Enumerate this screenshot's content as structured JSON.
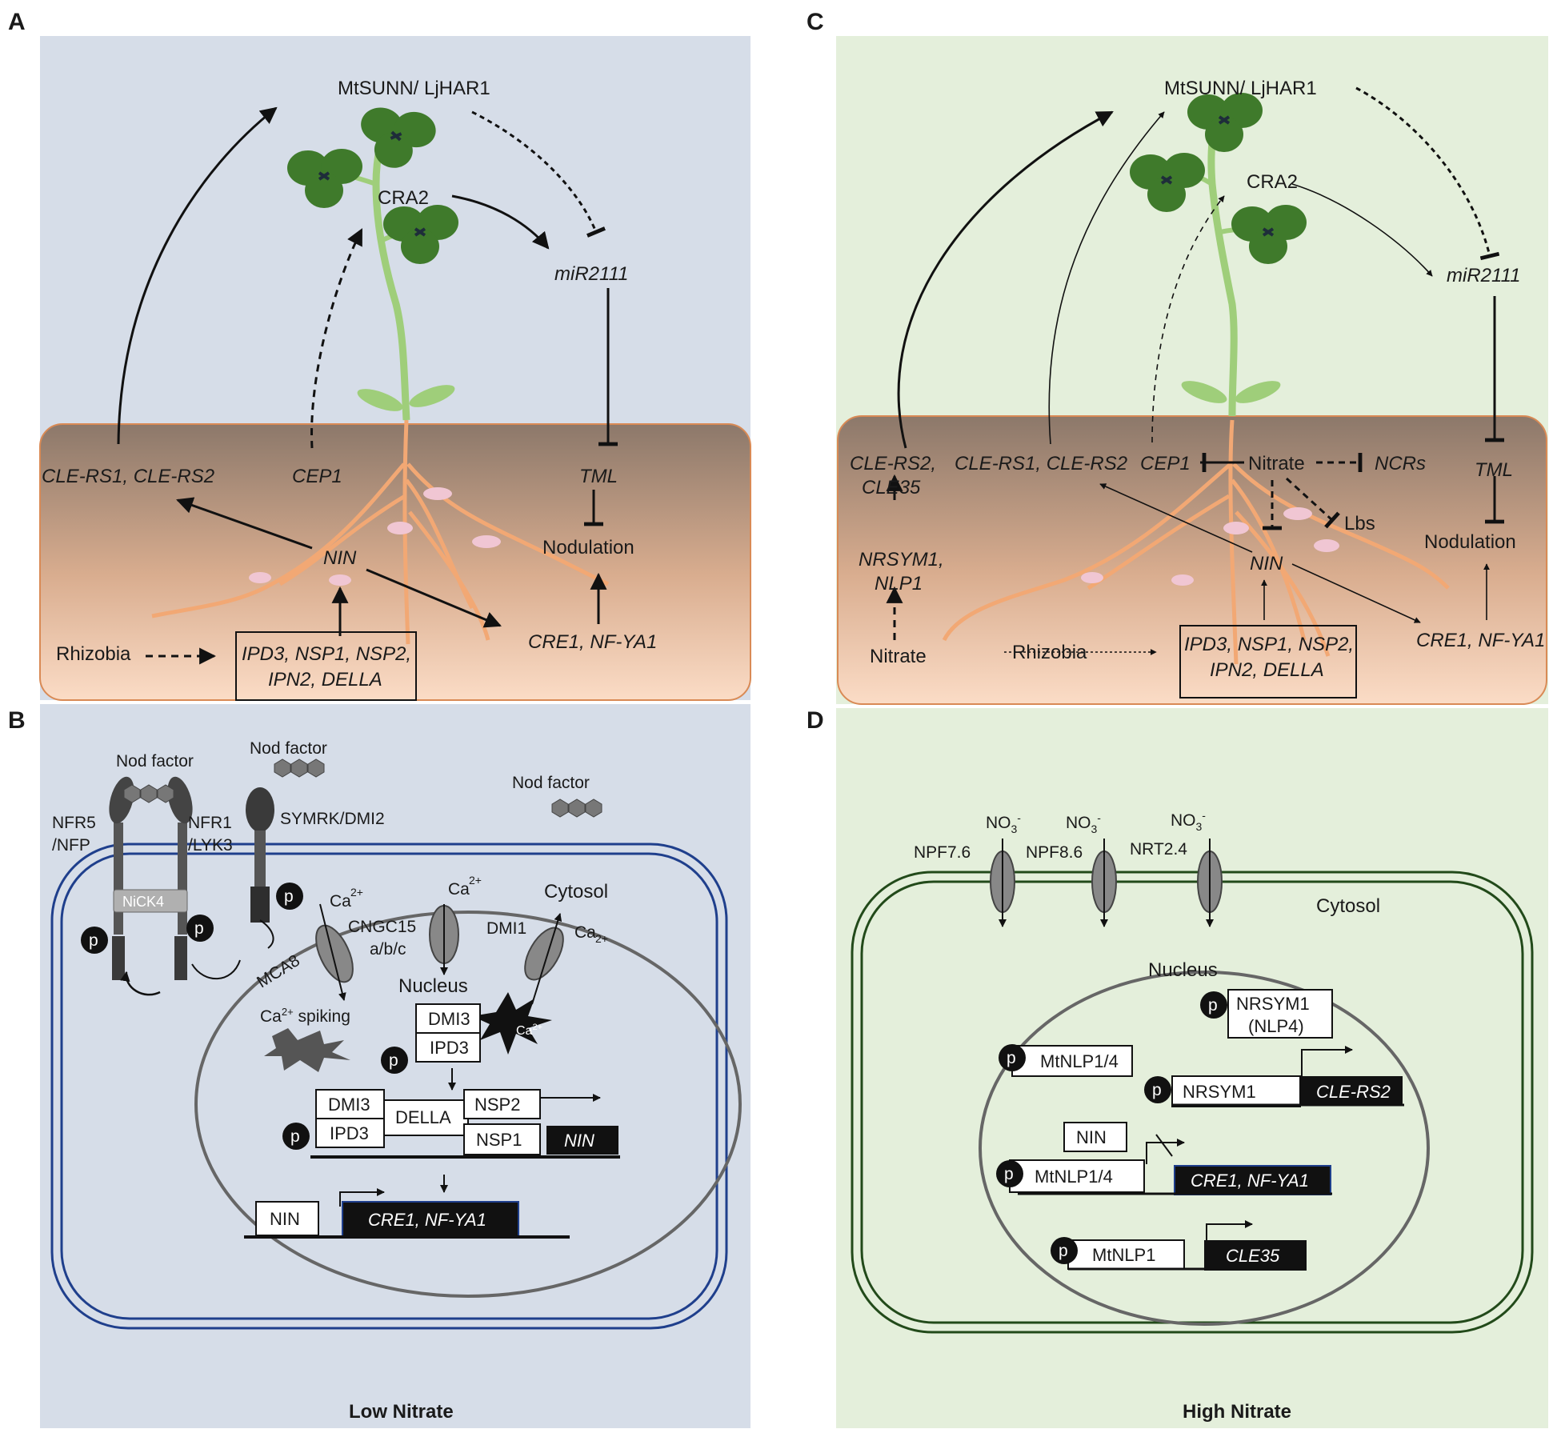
{
  "panels": {
    "A": {
      "letter": "A",
      "mtsunn": "MtSUNN/ LjHAR1",
      "cra2": "CRA2",
      "mir": "miR2111",
      "cle": "CLE-RS1, CLE-RS2",
      "cep1": "CEP1",
      "tml": "TML",
      "nodulation": "Nodulation",
      "nin": "NIN",
      "cre": "CRE1, NF-YA1",
      "rhizobia": "Rhizobia",
      "box_l1": "IPD3, NSP1, NSP2,",
      "box_l2": "IPN2, DELLA"
    },
    "B": {
      "letter": "B",
      "nod1": "Nod factor",
      "nod2": "Nod factor",
      "nod3": "Nod factor",
      "nfr5_a": "NFR5",
      "nfr5_b": "/NFP",
      "nfr1_a": "NFR1",
      "nfr1_b": "/LYK3",
      "symrk": "SYMRK/DMI2",
      "nick4": "NiCK4",
      "ca": "Ca",
      "ca_sup": "2+",
      "cngc_a": "CNGC15",
      "cngc_b": "a/b/c",
      "mca8": "MCA8",
      "dmi1": "DMI1",
      "cytosol": "Cytosol",
      "nucleus": "Nucleus",
      "spiking_a": "Ca",
      "spiking_b": " spiking",
      "dmi3": "DMI3",
      "ipd3": "IPD3",
      "della": "DELLA",
      "nsp2": "NSP2",
      "nsp1": "NSP1",
      "nin": "NIN",
      "cre": "CRE1, NF-YA1",
      "p": "p",
      "footer": "Low Nitrate"
    },
    "C": {
      "letter": "C",
      "mtsunn": "MtSUNN/ LjHAR1",
      "cra2": "CRA2",
      "mir": "miR2111",
      "cle_a1": "CLE-RS2,",
      "cle_a2": "CLE35",
      "cle_b": "CLE-RS1, CLE-RS2",
      "cep1": "CEP1",
      "nitrate": "Nitrate",
      "ncrs": "NCRs",
      "lbs": "Lbs",
      "tml": "TML",
      "nodulation": "Nodulation",
      "nin": "NIN",
      "nrsym_1": "NRSYM1,",
      "nrsym_2": "NLP1",
      "nitrate2": "Nitrate",
      "rhizobia": "Rhizobia",
      "box_l1": "IPD3, NSP1, NSP2,",
      "box_l2": "IPN2, DELLA",
      "cre": "CRE1, NF-YA1"
    },
    "D": {
      "letter": "D",
      "no3": "NO",
      "no3_sub": "3",
      "no3_sup": "-",
      "npf76": "NPF7.6",
      "npf86": "NPF8.6",
      "nrt24": "NRT2.4",
      "cytosol": "Cytosol",
      "nucleus": "Nucleus",
      "nrsym1_nlp4_a": "NRSYM1",
      "nrsym1_nlp4_b": "(NLP4)",
      "mtnlp14": "MtNLP1/4",
      "nrsym1": "NRSYM1",
      "cle_rs2": "CLE-RS2",
      "nin": "NIN",
      "mtnlp14_b": "MtNLP1/4",
      "cre": "CRE1, NF-YA1",
      "mtnlp1": "MtNLP1",
      "cle35": "CLE35",
      "p": "p",
      "footer": "High Nitrate"
    }
  },
  "colors": {
    "low_bg": "#d6dde8",
    "high_bg": "#e4efdb",
    "soil_top": "#8c786a",
    "soil_bottom": "#fbd9c2",
    "root": "#f2a874",
    "leaf": "#3f7a2b",
    "stem": "#9fce7a",
    "cell_blue": "#1f3f8c",
    "cell_green": "#224a1a"
  }
}
